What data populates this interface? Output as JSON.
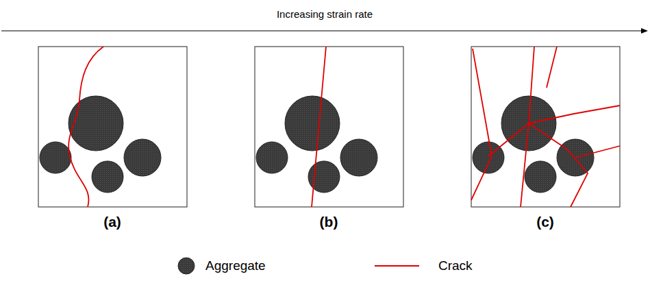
{
  "diagram": {
    "labels": [
      "Increasing strain rate",
      "(a)",
      "(b)",
      "(c)"
    ],
    "legend": [
      {
        "text": "Aggregate"
      },
      {
        "text": "Crack"
      }
    ]
  }
}
